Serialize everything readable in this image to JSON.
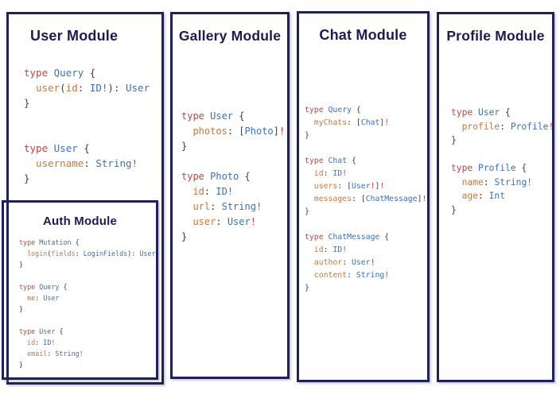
{
  "colors": {
    "border_navy": "#21215a",
    "title_navy": "#1d1b4f",
    "keyword_red": "#b34a44",
    "type_blue": "#3c6fb7",
    "field_orange": "#bf7a41",
    "punctuation_gray": "#3f3f3f",
    "bang_red": "#c2463c",
    "background": "#ffffff"
  },
  "modules": {
    "user": {
      "title": "User Module",
      "lines": [
        [
          [
            "k",
            "type "
          ],
          [
            "t",
            "Query "
          ],
          [
            "p",
            "{"
          ]
        ],
        [
          [
            "p",
            "  "
          ],
          [
            "f",
            "user"
          ],
          [
            "p",
            "("
          ],
          [
            "f",
            "id"
          ],
          [
            "p",
            ": "
          ],
          [
            "t",
            "ID"
          ],
          [
            "e",
            "!"
          ],
          [
            "p",
            "): "
          ],
          [
            "t",
            "User"
          ]
        ],
        [
          [
            "p",
            "}"
          ]
        ],
        [],
        [],
        [
          [
            "k",
            "type "
          ],
          [
            "t",
            "User "
          ],
          [
            "p",
            "{"
          ]
        ],
        [
          [
            "p",
            "  "
          ],
          [
            "f",
            "username"
          ],
          [
            "p",
            ": "
          ],
          [
            "t",
            "String"
          ],
          [
            "e",
            "!"
          ]
        ],
        [
          [
            "p",
            "}"
          ]
        ]
      ]
    },
    "auth": {
      "title": "Auth Module",
      "lines": [
        [
          [
            "k",
            "type "
          ],
          [
            "t",
            "Mutation "
          ],
          [
            "p",
            "{"
          ]
        ],
        [
          [
            "p",
            "  "
          ],
          [
            "f",
            "login"
          ],
          [
            "p",
            "("
          ],
          [
            "f",
            "fields"
          ],
          [
            "p",
            ": "
          ],
          [
            "t",
            "LoginFields"
          ],
          [
            "p",
            "): "
          ],
          [
            "t",
            "User"
          ]
        ],
        [
          [
            "p",
            "}"
          ]
        ],
        [],
        [
          [
            "k",
            "type "
          ],
          [
            "t",
            "Query "
          ],
          [
            "p",
            "{"
          ]
        ],
        [
          [
            "p",
            "  "
          ],
          [
            "f",
            "me"
          ],
          [
            "p",
            ": "
          ],
          [
            "t",
            "User"
          ]
        ],
        [
          [
            "p",
            "}"
          ]
        ],
        [],
        [
          [
            "k",
            "type "
          ],
          [
            "t",
            "User "
          ],
          [
            "p",
            "{"
          ]
        ],
        [
          [
            "p",
            "  "
          ],
          [
            "f",
            "id"
          ],
          [
            "p",
            ": "
          ],
          [
            "t",
            "ID"
          ],
          [
            "e",
            "!"
          ]
        ],
        [
          [
            "p",
            "  "
          ],
          [
            "f",
            "email"
          ],
          [
            "p",
            ": "
          ],
          [
            "t",
            "String"
          ],
          [
            "e",
            "!"
          ]
        ],
        [
          [
            "p",
            "}"
          ]
        ]
      ]
    },
    "gallery": {
      "title": "Gallery Module",
      "lines": [
        [
          [
            "k",
            "type "
          ],
          [
            "t",
            "User "
          ],
          [
            "p",
            "{"
          ]
        ],
        [
          [
            "p",
            "  "
          ],
          [
            "f",
            "photos"
          ],
          [
            "p",
            ": ["
          ],
          [
            "t",
            "Photo"
          ],
          [
            "p",
            "]"
          ],
          [
            "e",
            "!"
          ]
        ],
        [
          [
            "p",
            "}"
          ]
        ],
        [],
        [
          [
            "k",
            "type "
          ],
          [
            "t",
            "Photo "
          ],
          [
            "p",
            "{"
          ]
        ],
        [
          [
            "p",
            "  "
          ],
          [
            "f",
            "id"
          ],
          [
            "p",
            ": "
          ],
          [
            "t",
            "ID"
          ],
          [
            "e",
            "!"
          ]
        ],
        [
          [
            "p",
            "  "
          ],
          [
            "f",
            "url"
          ],
          [
            "p",
            ": "
          ],
          [
            "t",
            "String"
          ],
          [
            "e",
            "!"
          ]
        ],
        [
          [
            "p",
            "  "
          ],
          [
            "f",
            "user"
          ],
          [
            "p",
            ": "
          ],
          [
            "t",
            "User"
          ],
          [
            "e",
            "!"
          ]
        ],
        [
          [
            "p",
            "}"
          ]
        ]
      ]
    },
    "chat": {
      "title": "Chat Module",
      "lines": [
        [
          [
            "k",
            "type "
          ],
          [
            "t",
            "Query "
          ],
          [
            "p",
            "{"
          ]
        ],
        [
          [
            "p",
            "  "
          ],
          [
            "f",
            "myChats"
          ],
          [
            "p",
            ": ["
          ],
          [
            "t",
            "Chat"
          ],
          [
            "p",
            "]"
          ],
          [
            "e",
            "!"
          ]
        ],
        [
          [
            "p",
            "}"
          ]
        ],
        [],
        [
          [
            "k",
            "type "
          ],
          [
            "t",
            "Chat "
          ],
          [
            "p",
            "{"
          ]
        ],
        [
          [
            "p",
            "  "
          ],
          [
            "f",
            "id"
          ],
          [
            "p",
            ": "
          ],
          [
            "t",
            "ID"
          ],
          [
            "e",
            "!"
          ]
        ],
        [
          [
            "p",
            "  "
          ],
          [
            "f",
            "users"
          ],
          [
            "p",
            ": ["
          ],
          [
            "t",
            "User"
          ],
          [
            "e",
            "!"
          ],
          [
            "p",
            "]"
          ],
          [
            "e",
            "!"
          ]
        ],
        [
          [
            "p",
            "  "
          ],
          [
            "f",
            "messages"
          ],
          [
            "p",
            ": ["
          ],
          [
            "t",
            "ChatMessage"
          ],
          [
            "p",
            "]"
          ],
          [
            "e",
            "!"
          ]
        ],
        [
          [
            "p",
            "}"
          ]
        ],
        [],
        [
          [
            "k",
            "type "
          ],
          [
            "t",
            "ChatMessage "
          ],
          [
            "p",
            "{"
          ]
        ],
        [
          [
            "p",
            "  "
          ],
          [
            "f",
            "id"
          ],
          [
            "p",
            ": "
          ],
          [
            "t",
            "ID"
          ],
          [
            "e",
            "!"
          ]
        ],
        [
          [
            "p",
            "  "
          ],
          [
            "f",
            "author"
          ],
          [
            "p",
            ": "
          ],
          [
            "t",
            "User"
          ],
          [
            "e",
            "!"
          ]
        ],
        [
          [
            "p",
            "  "
          ],
          [
            "f",
            "content"
          ],
          [
            "p",
            ": "
          ],
          [
            "t",
            "String"
          ],
          [
            "e",
            "!"
          ]
        ],
        [
          [
            "p",
            "}"
          ]
        ]
      ]
    },
    "profile": {
      "title": "Profile Module",
      "lines": [
        [
          [
            "k",
            "type "
          ],
          [
            "t",
            "User "
          ],
          [
            "p",
            "{"
          ]
        ],
        [
          [
            "p",
            "  "
          ],
          [
            "f",
            "profile"
          ],
          [
            "p",
            ": "
          ],
          [
            "t",
            "Profile"
          ],
          [
            "e",
            "!"
          ]
        ],
        [
          [
            "p",
            "}"
          ]
        ],
        [],
        [
          [
            "k",
            "type "
          ],
          [
            "t",
            "Profile "
          ],
          [
            "p",
            "{"
          ]
        ],
        [
          [
            "p",
            "  "
          ],
          [
            "f",
            "name"
          ],
          [
            "p",
            ": "
          ],
          [
            "t",
            "String"
          ],
          [
            "e",
            "!"
          ]
        ],
        [
          [
            "p",
            "  "
          ],
          [
            "f",
            "age"
          ],
          [
            "p",
            ": "
          ],
          [
            "t",
            "Int"
          ]
        ],
        [
          [
            "p",
            "}"
          ]
        ]
      ]
    }
  }
}
